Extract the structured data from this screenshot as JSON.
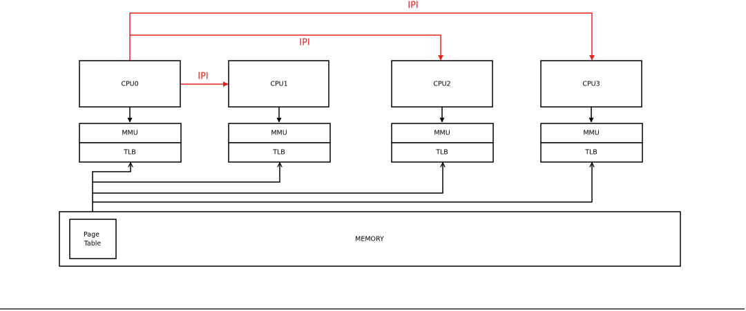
{
  "diagram": {
    "cpus": [
      {
        "label": "CPU0",
        "mmu": "MMU",
        "tlb": "TLB"
      },
      {
        "label": "CPU1",
        "mmu": "MMU",
        "tlb": "TLB"
      },
      {
        "label": "CPU2",
        "mmu": "MMU",
        "tlb": "TLB"
      },
      {
        "label": "CPU3",
        "mmu": "MMU",
        "tlb": "TLB"
      }
    ],
    "ipi_labels": [
      "IPI",
      "IPI",
      "IPI"
    ],
    "memory": {
      "label": "MEMORY",
      "page_table": {
        "line1": "Page",
        "line2": "Table"
      }
    },
    "colors": {
      "ipi": "#e8201c",
      "line": "#000000",
      "background": "#ffffff"
    }
  }
}
